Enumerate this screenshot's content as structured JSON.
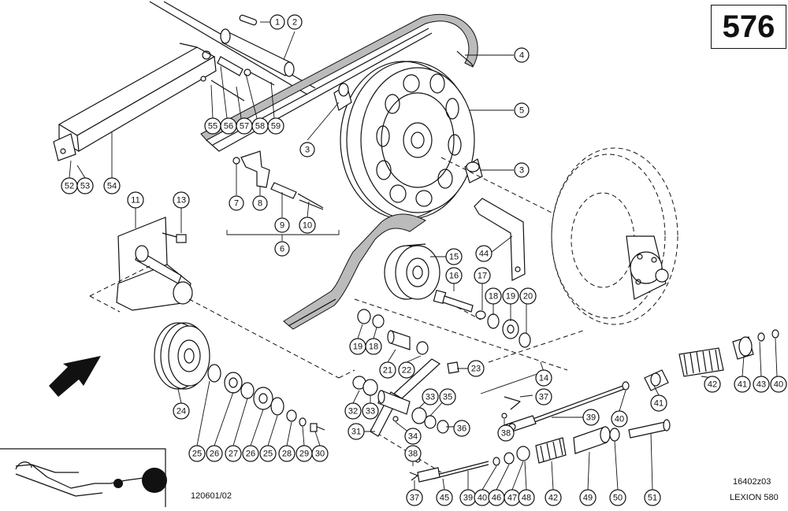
{
  "page_number": "576",
  "doc_code": "120601/02",
  "drawing_code": "16402z03",
  "model": "LEXION 580",
  "callouts": [
    {
      "id": "c1",
      "text": "1"
    },
    {
      "id": "c2",
      "text": "2"
    },
    {
      "id": "c4",
      "text": "4"
    },
    {
      "id": "c5",
      "text": "5"
    },
    {
      "id": "c3a",
      "text": "3"
    },
    {
      "id": "c3b",
      "text": "3"
    },
    {
      "id": "c55",
      "text": "55"
    },
    {
      "id": "c56",
      "text": "56"
    },
    {
      "id": "c57",
      "text": "57"
    },
    {
      "id": "c58",
      "text": "58"
    },
    {
      "id": "c59",
      "text": "59"
    },
    {
      "id": "c52",
      "text": "52"
    },
    {
      "id": "c53",
      "text": "53"
    },
    {
      "id": "c54",
      "text": "54"
    },
    {
      "id": "c7",
      "text": "7"
    },
    {
      "id": "c8",
      "text": "8"
    },
    {
      "id": "c9",
      "text": "9"
    },
    {
      "id": "c10",
      "text": "10"
    },
    {
      "id": "c6",
      "text": "6"
    },
    {
      "id": "c11",
      "text": "11"
    },
    {
      "id": "c13",
      "text": "13"
    },
    {
      "id": "c44",
      "text": "44"
    },
    {
      "id": "c15",
      "text": "15"
    },
    {
      "id": "c16",
      "text": "16"
    },
    {
      "id": "c17",
      "text": "17"
    },
    {
      "id": "c18a",
      "text": "18"
    },
    {
      "id": "c19a",
      "text": "19"
    },
    {
      "id": "c20",
      "text": "20"
    },
    {
      "id": "c19b",
      "text": "19"
    },
    {
      "id": "c18b",
      "text": "18"
    },
    {
      "id": "c21",
      "text": "21"
    },
    {
      "id": "c22",
      "text": "22"
    },
    {
      "id": "c23",
      "text": "23"
    },
    {
      "id": "c14",
      "text": "14"
    },
    {
      "id": "c37a",
      "text": "37"
    },
    {
      "id": "c32",
      "text": "32"
    },
    {
      "id": "c33a",
      "text": "33"
    },
    {
      "id": "c33b",
      "text": "33"
    },
    {
      "id": "c35",
      "text": "35"
    },
    {
      "id": "c36",
      "text": "36"
    },
    {
      "id": "c31",
      "text": "31"
    },
    {
      "id": "c34",
      "text": "34"
    },
    {
      "id": "c38a",
      "text": "38"
    },
    {
      "id": "c38b",
      "text": "38"
    },
    {
      "id": "c39a",
      "text": "39"
    },
    {
      "id": "c40a",
      "text": "40"
    },
    {
      "id": "c41a",
      "text": "41"
    },
    {
      "id": "c42a",
      "text": "42"
    },
    {
      "id": "c41b",
      "text": "41"
    },
    {
      "id": "c43",
      "text": "43"
    },
    {
      "id": "c40b",
      "text": "40"
    },
    {
      "id": "c24",
      "text": "24"
    },
    {
      "id": "c25a",
      "text": "25"
    },
    {
      "id": "c26a",
      "text": "26"
    },
    {
      "id": "c27",
      "text": "27"
    },
    {
      "id": "c26b",
      "text": "26"
    },
    {
      "id": "c25b",
      "text": "25"
    },
    {
      "id": "c28",
      "text": "28"
    },
    {
      "id": "c29",
      "text": "29"
    },
    {
      "id": "c30",
      "text": "30"
    },
    {
      "id": "c37b",
      "text": "37"
    },
    {
      "id": "c45",
      "text": "45"
    },
    {
      "id": "c39b",
      "text": "39"
    },
    {
      "id": "c40c",
      "text": "40"
    },
    {
      "id": "c46",
      "text": "46"
    },
    {
      "id": "c47",
      "text": "47"
    },
    {
      "id": "c48",
      "text": "48"
    },
    {
      "id": "c42b",
      "text": "42"
    },
    {
      "id": "c49",
      "text": "49"
    },
    {
      "id": "c50",
      "text": "50"
    },
    {
      "id": "c51",
      "text": "51"
    }
  ]
}
